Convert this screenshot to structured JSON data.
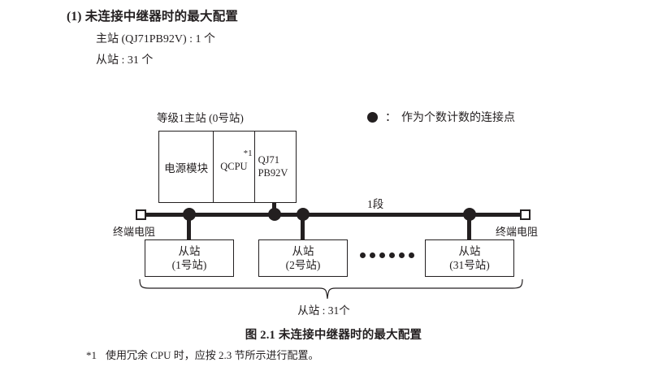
{
  "heading": {
    "number": "(1)",
    "text": "未连接中继器时的最大配置"
  },
  "specs": {
    "master": "主站 (QJ71PB92V) : 1 个",
    "slave": "从站 : 31 个"
  },
  "legend": {
    "symbol": "filled-circle",
    "colon": "：",
    "text": "作为个数计数的连接点"
  },
  "diagram": {
    "master_label": "等级1主站 (0号站)",
    "rack": {
      "power_module": "电源模块",
      "cpu": "QCPU",
      "cpu_footnote_mark": "*1",
      "network_line1": "QJ71",
      "network_line2": "PB92V"
    },
    "segment_label": "1段",
    "terminator_left": "终端电阻",
    "terminator_right": "终端电阻",
    "slaves": [
      {
        "title": "从站",
        "station": "(1号站)"
      },
      {
        "title": "从站",
        "station": "(2号站)"
      },
      {
        "title": "从站",
        "station": "(31号站)"
      }
    ],
    "ellipsis_dot_count": 6,
    "brace_label": "从站 : 31个"
  },
  "caption": "图 2.1  未连接中继器时的最大配置",
  "footnote": {
    "mark": "*1",
    "text": "使用冗余 CPU 时，应按 2.3 节所示进行配置。"
  },
  "colors": {
    "ink": "#231f20",
    "background": "#ffffff"
  }
}
